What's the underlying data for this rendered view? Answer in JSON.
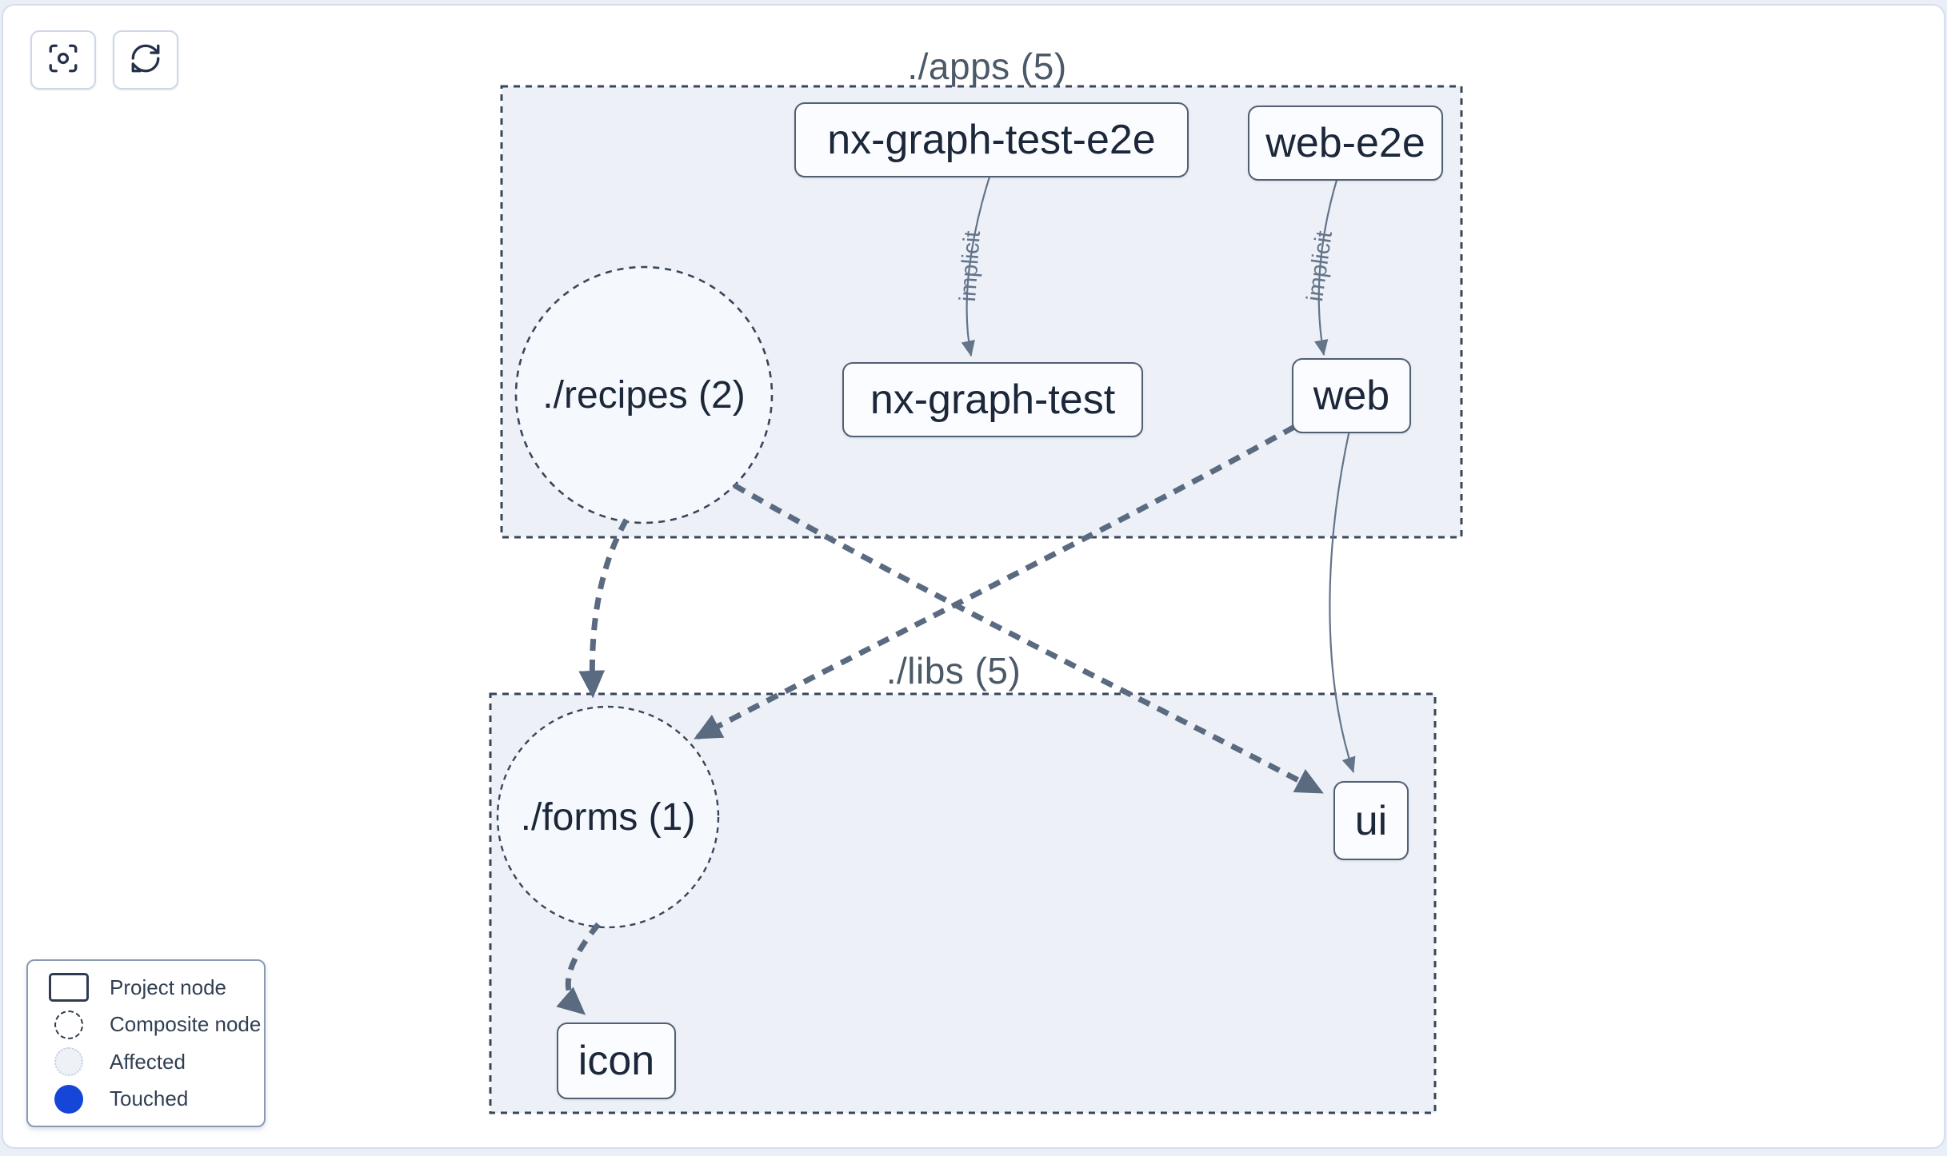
{
  "window": {
    "background": "#e9eef7",
    "card_background": "#ffffff",
    "card_border": "#d6deee"
  },
  "toolbar": {
    "focus_button": {
      "icon": "focus-icon"
    },
    "refresh_button": {
      "icon": "refresh-icon"
    }
  },
  "graph": {
    "groups": [
      {
        "id": "apps",
        "label": "./apps (5)"
      },
      {
        "id": "libs",
        "label": "./libs (5)"
      }
    ],
    "nodes": [
      {
        "id": "nx-graph-test-e2e",
        "label": "nx-graph-test-e2e",
        "type": "project"
      },
      {
        "id": "web-e2e",
        "label": "web-e2e",
        "type": "project"
      },
      {
        "id": "recipes",
        "label": "./recipes (2)",
        "type": "composite"
      },
      {
        "id": "nx-graph-test",
        "label": "nx-graph-test",
        "type": "project"
      },
      {
        "id": "web",
        "label": "web",
        "type": "project"
      },
      {
        "id": "forms",
        "label": "./forms (1)",
        "type": "composite"
      },
      {
        "id": "ui",
        "label": "ui",
        "type": "project"
      },
      {
        "id": "icon",
        "label": "icon",
        "type": "project"
      }
    ],
    "edges": [
      {
        "from": "nx-graph-test-e2e",
        "to": "nx-graph-test",
        "label": "implicit",
        "style": "solid"
      },
      {
        "from": "web-e2e",
        "to": "web",
        "label": "implicit",
        "style": "solid"
      },
      {
        "from": "recipes",
        "to": "forms",
        "style": "thick-dashed"
      },
      {
        "from": "recipes",
        "to": "ui",
        "style": "thick-dashed"
      },
      {
        "from": "web",
        "to": "forms",
        "style": "thick-dashed"
      },
      {
        "from": "web",
        "to": "ui",
        "style": "solid"
      },
      {
        "from": "forms",
        "to": "icon",
        "style": "thick-dashed"
      }
    ],
    "edge_labels": {
      "implicit_1": "implicit",
      "implicit_2": "implicit"
    }
  },
  "legend": {
    "items": [
      {
        "swatch": "project-rect",
        "label": "Project node"
      },
      {
        "swatch": "composite-dashed-circle",
        "label": "Composite node"
      },
      {
        "swatch": "affected-circle",
        "label": "Affected"
      },
      {
        "swatch": "touched-circle",
        "label": "Touched"
      }
    ],
    "touched_color": "#1546d7"
  },
  "colors": {
    "group_fill": "#edf1f7",
    "group_border": "#39465a",
    "circle_fill": "#f5f8fc",
    "node_border": "#515f73",
    "node_text": "#1c2739",
    "edge_thin": "#64748b",
    "edge_thick": "#5a6a80",
    "title_text": "#4b5968"
  }
}
